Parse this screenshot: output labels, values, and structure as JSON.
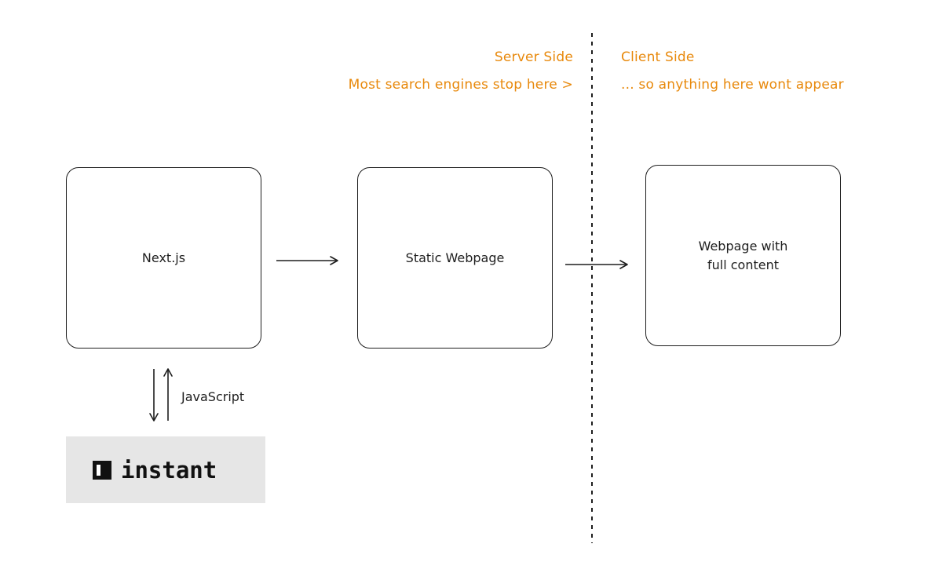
{
  "annotations": {
    "server_side": "Server Side",
    "client_side": "Client Side",
    "server_note": "Most search engines stop here >",
    "client_note": "... so anything here wont appear"
  },
  "nodes": {
    "nextjs": "Next.js",
    "static_webpage": "Static Webpage",
    "full_webpage": "Webpage with\nfull content"
  },
  "edges": {
    "javascript": "JavaScript"
  },
  "logo": {
    "text": "instant"
  },
  "colors": {
    "annotation": "#e8890c",
    "stroke": "#1e1e1e",
    "logo_bg": "#e6e6e6"
  }
}
